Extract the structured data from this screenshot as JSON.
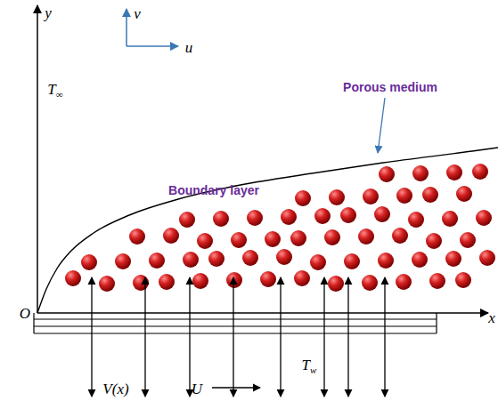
{
  "diagram": {
    "labels": [
      "y",
      "v",
      "u",
      "Porous medium",
      "T∞",
      "Boundary layer",
      "O",
      "x",
      "Tw",
      "V(x)",
      "U"
    ]
  }
}
